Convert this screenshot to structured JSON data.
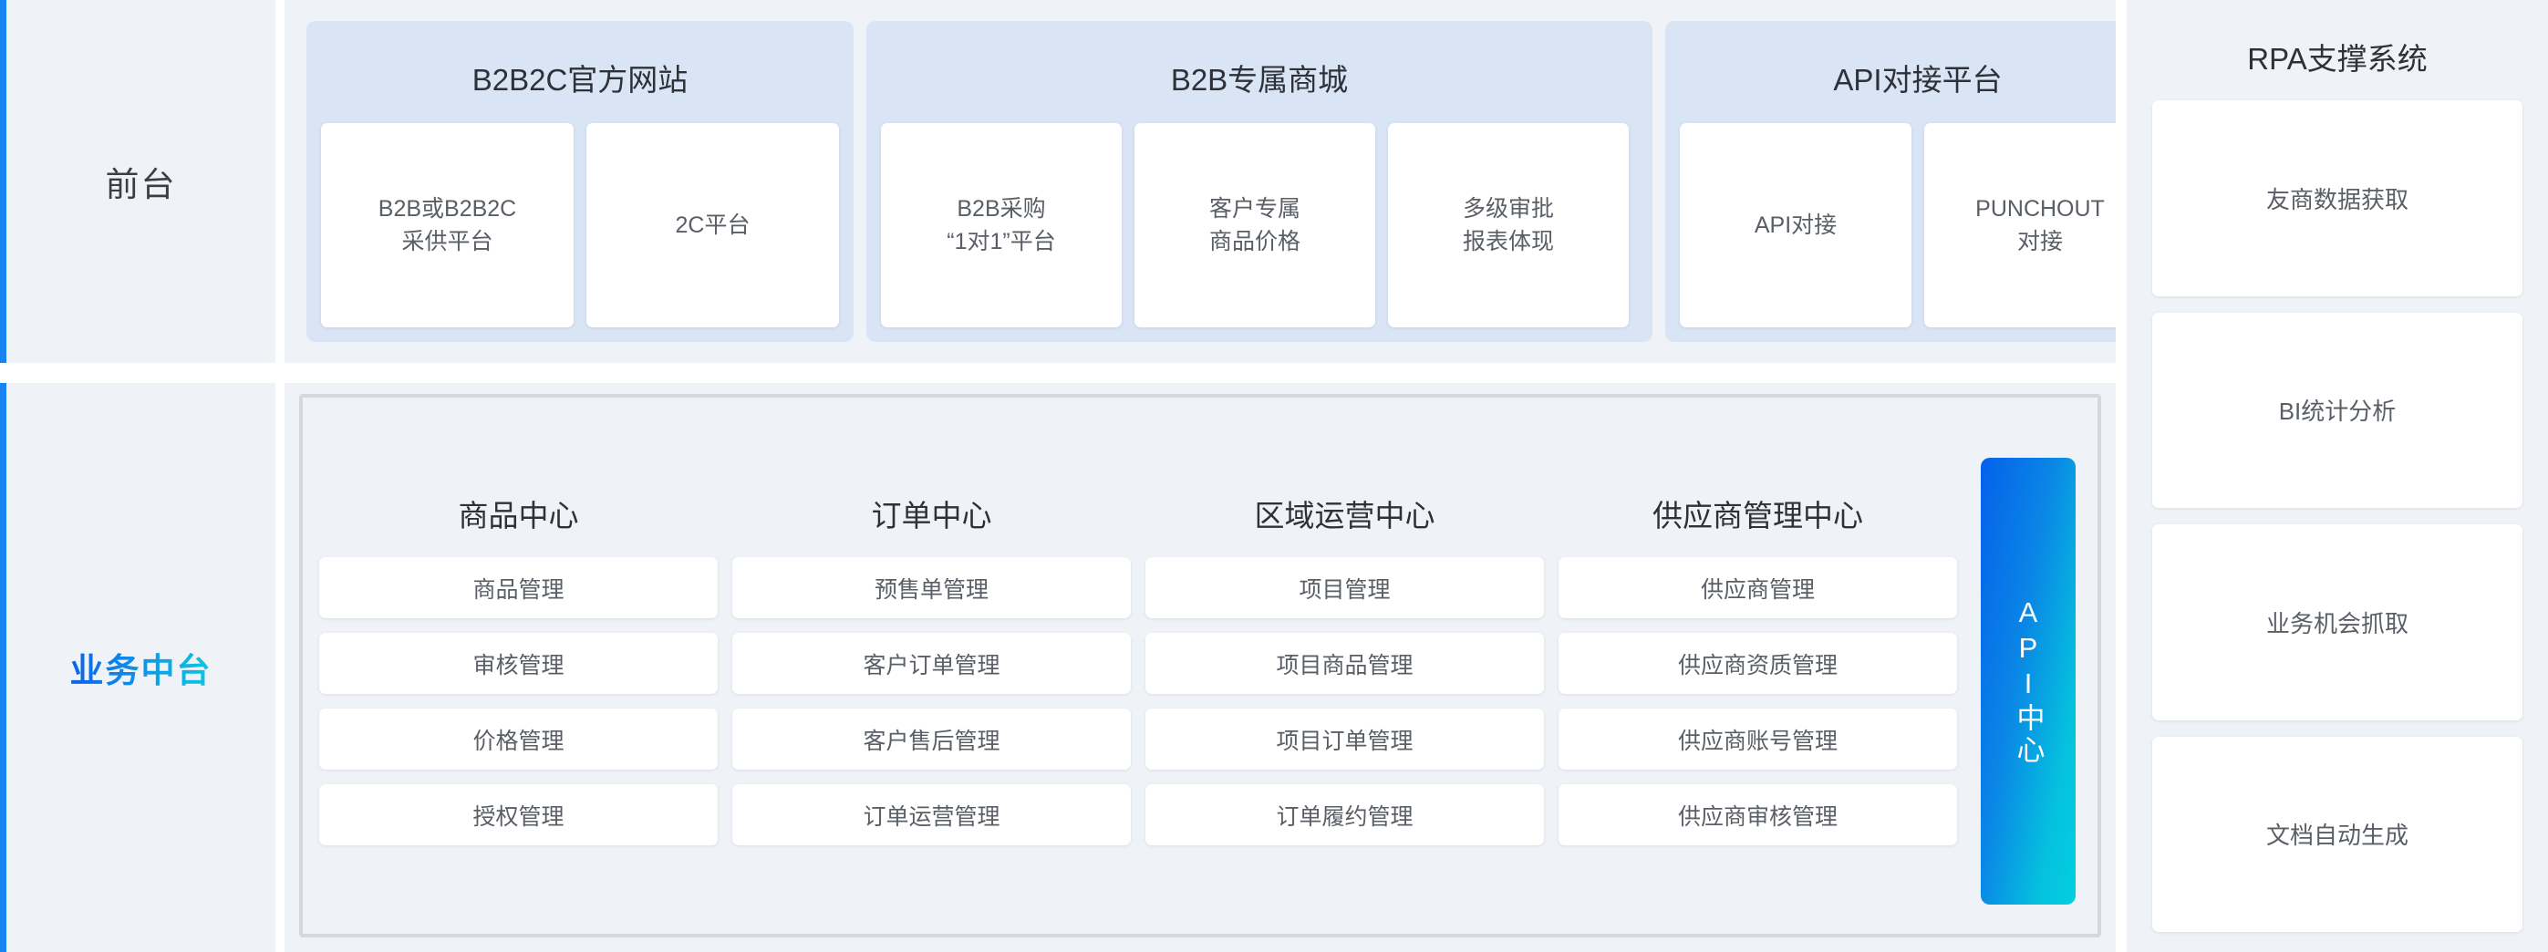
{
  "colors": {
    "panel_bg": "#eff2f7",
    "group_bg": "#d9e4f5",
    "card_bg": "#ffffff",
    "accent_bar": "#1683f0",
    "gradient_start": "#0561ea",
    "gradient_end": "#02cfe0",
    "title_text": "#2e3238",
    "card_text": "#5a5f66",
    "mid_border": "#d5d9df"
  },
  "rows": [
    {
      "label": "前台"
    },
    {
      "label": "业务中台"
    }
  ],
  "front_office": {
    "groups": [
      {
        "title": "B2B2C官方网站",
        "cards": [
          "B2B或B2B2C\n采供平台",
          "2C平台"
        ]
      },
      {
        "title": "B2B专属商城",
        "cards": [
          "B2B采购\n“1对1”平台",
          "客户专属\n商品价格",
          "多级审批\n报表体现"
        ]
      },
      {
        "title": "API对接平台",
        "cards": [
          "API对接",
          "PUNCHOUT\n对接"
        ]
      }
    ]
  },
  "middle_platform": {
    "columns": [
      {
        "title": "商品中心",
        "cards": [
          "商品管理",
          "审核管理",
          "价格管理",
          "授权管理"
        ]
      },
      {
        "title": "订单中心",
        "cards": [
          "预售单管理",
          "客户订单管理",
          "客户售后管理",
          "订单运营管理"
        ]
      },
      {
        "title": "区域运营中心",
        "cards": [
          "项目管理",
          "项目商品管理",
          "项目订单管理",
          "订单履约管理"
        ]
      },
      {
        "title": "供应商管理中心",
        "cards": [
          "供应商管理",
          "供应商资质管理",
          "供应商账号管理",
          "供应商审核管理"
        ]
      }
    ],
    "api_center": "API中心"
  },
  "rpa": {
    "title": "RPA支撑系统",
    "cards": [
      "友商数据获取",
      "BI统计分析",
      "业务机会抓取",
      "文档自动生成"
    ]
  }
}
